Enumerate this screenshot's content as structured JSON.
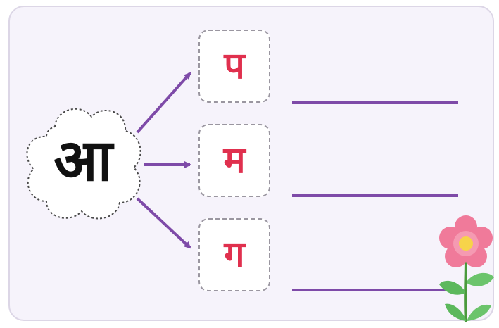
{
  "worksheet": {
    "center_letter": "आ",
    "letters": [
      "प",
      "म",
      "ग"
    ]
  },
  "colors": {
    "letter_red": "#e0304e",
    "arrow_purple": "#7e4aa8",
    "card_background": "#f6f3fb",
    "flower_pink": "#f07a9a",
    "flower_center": "#f7d34a",
    "leaf_green": "#5cb85c"
  },
  "icons": {
    "decoration": "flower-icon",
    "center_shape": "cloud-shape"
  }
}
